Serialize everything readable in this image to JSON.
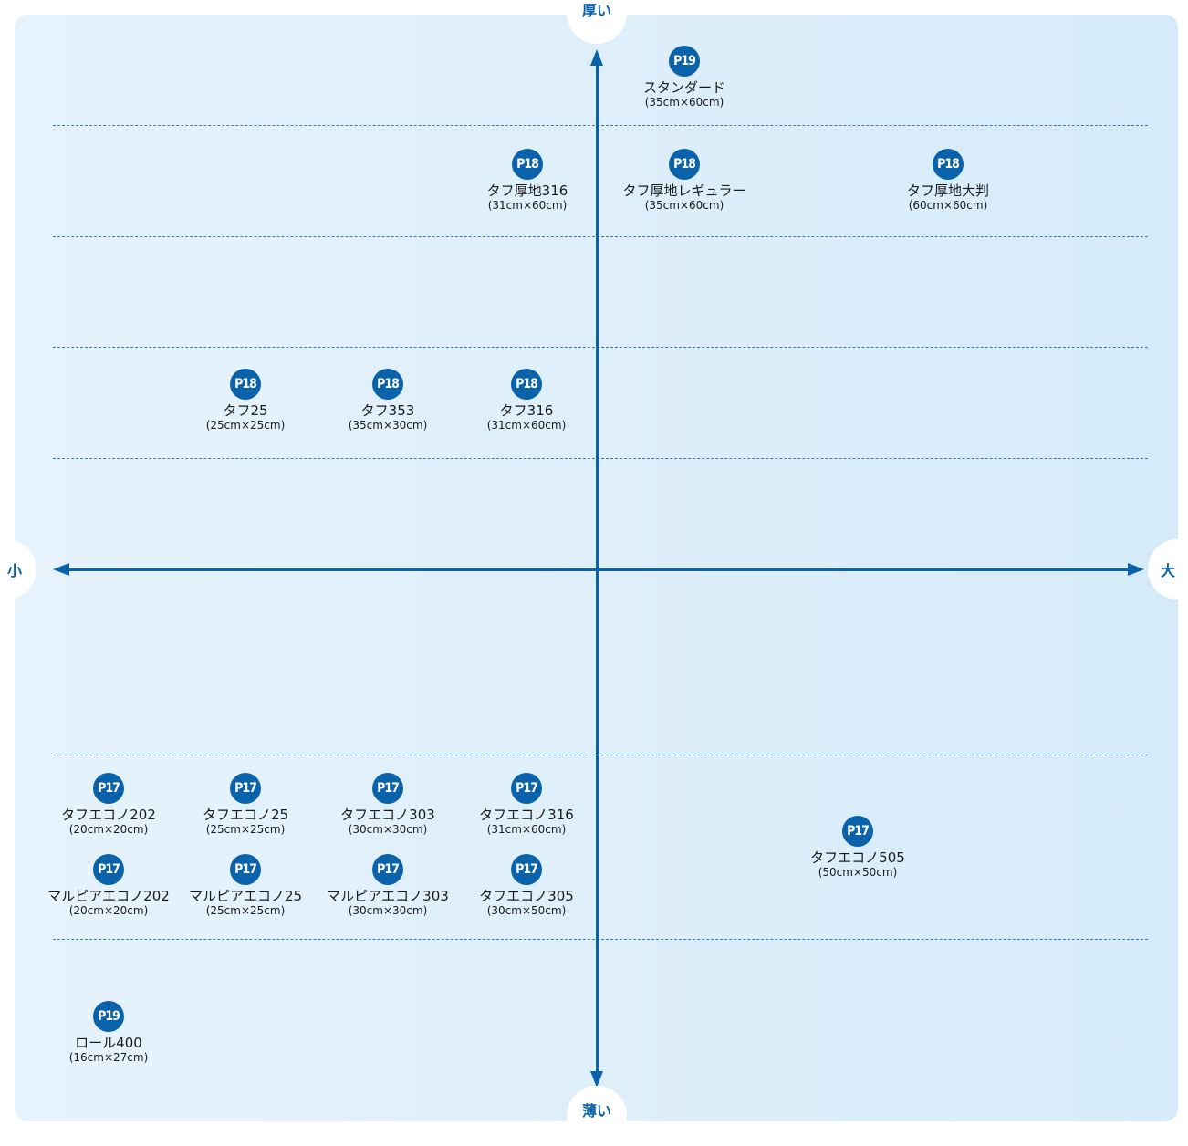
{
  "axes": {
    "top": "厚い",
    "bottom": "薄い",
    "left": "小",
    "right": "大"
  },
  "products": [
    {
      "page": "P19",
      "name": "スタンダード",
      "size": "(35cm×60cm)"
    },
    {
      "page": "P18",
      "name": "タフ厚地316",
      "size": "(31cm×60cm)"
    },
    {
      "page": "P18",
      "name": "タフ厚地レギュラー",
      "size": "(35cm×60cm)"
    },
    {
      "page": "P18",
      "name": "タフ厚地大判",
      "size": "(60cm×60cm)"
    },
    {
      "page": "P18",
      "name": "タフ25",
      "size": "(25cm×25cm)"
    },
    {
      "page": "P18",
      "name": "タフ353",
      "size": "(35cm×30cm)"
    },
    {
      "page": "P18",
      "name": "タフ316",
      "size": "(31cm×60cm)"
    },
    {
      "page": "P17",
      "name": "タフエコノ202",
      "size": "(20cm×20cm)"
    },
    {
      "page": "P17",
      "name": "タフエコノ25",
      "size": "(25cm×25cm)"
    },
    {
      "page": "P17",
      "name": "タフエコノ303",
      "size": "(30cm×30cm)"
    },
    {
      "page": "P17",
      "name": "タフエコノ316",
      "size": "(31cm×60cm)"
    },
    {
      "page": "P17",
      "name": "タフエコノ505",
      "size": "(50cm×50cm)"
    },
    {
      "page": "P17",
      "name": "マルピアエコノ202",
      "size": "(20cm×20cm)"
    },
    {
      "page": "P17",
      "name": "マルピアエコノ25",
      "size": "(25cm×25cm)"
    },
    {
      "page": "P17",
      "name": "マルピアエコノ303",
      "size": "(30cm×30cm)"
    },
    {
      "page": "P17",
      "name": "タフエコノ305",
      "size": "(30cm×50cm)"
    },
    {
      "page": "P19",
      "name": "ロール400",
      "size": "(16cm×27cm)"
    }
  ]
}
